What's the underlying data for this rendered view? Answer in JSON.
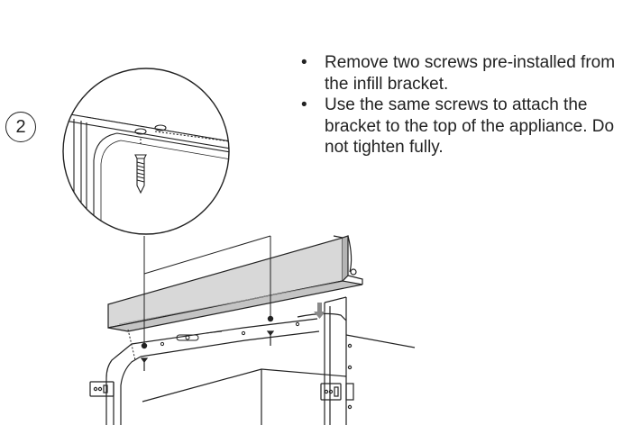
{
  "step": {
    "number": "2"
  },
  "instructions": [
    {
      "text": "Remove two screws pre-installed from the infill bracket."
    },
    {
      "text": "Use the same screws to attach the bracket to the top of the appliance. Do not tighten fully."
    }
  ],
  "colors": {
    "line": "#222222",
    "bracket_fill": "#d8d8d8",
    "bracket_shadow": "#b4b4b4",
    "arrow": "#8a8a8a"
  },
  "icons": [
    "screw-icon",
    "down-arrow-icon"
  ]
}
